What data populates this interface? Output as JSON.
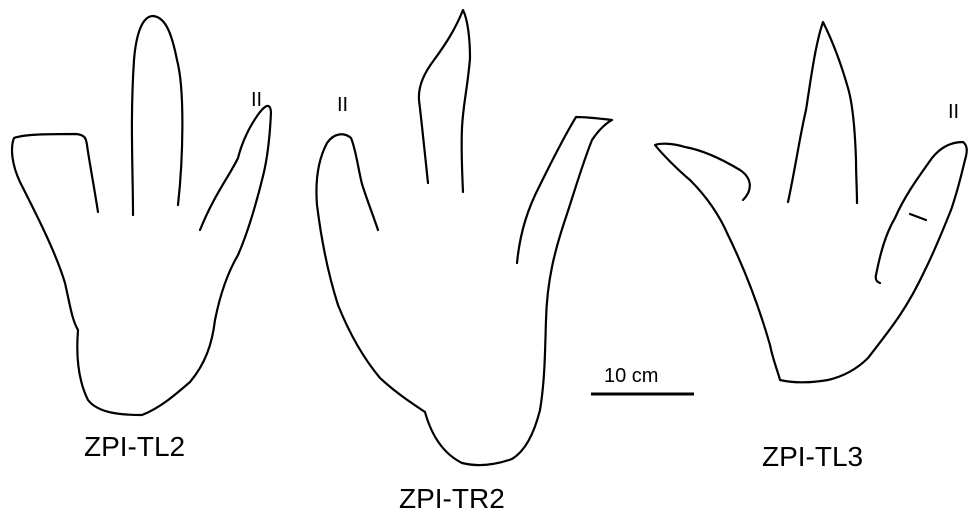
{
  "footprints": [
    {
      "id": "ZPI-TL2",
      "label": "ZPI-TL2",
      "digit_label": "II"
    },
    {
      "id": "ZPI-TR2",
      "label": "ZPI-TR2",
      "digit_label": "II"
    },
    {
      "id": "ZPI-TL3",
      "label": "ZPI-TL3",
      "digit_label": "II"
    }
  ],
  "scale_bar": {
    "label": "10 cm"
  },
  "colors": {
    "line": "#000000",
    "background": "#ffffff"
  }
}
